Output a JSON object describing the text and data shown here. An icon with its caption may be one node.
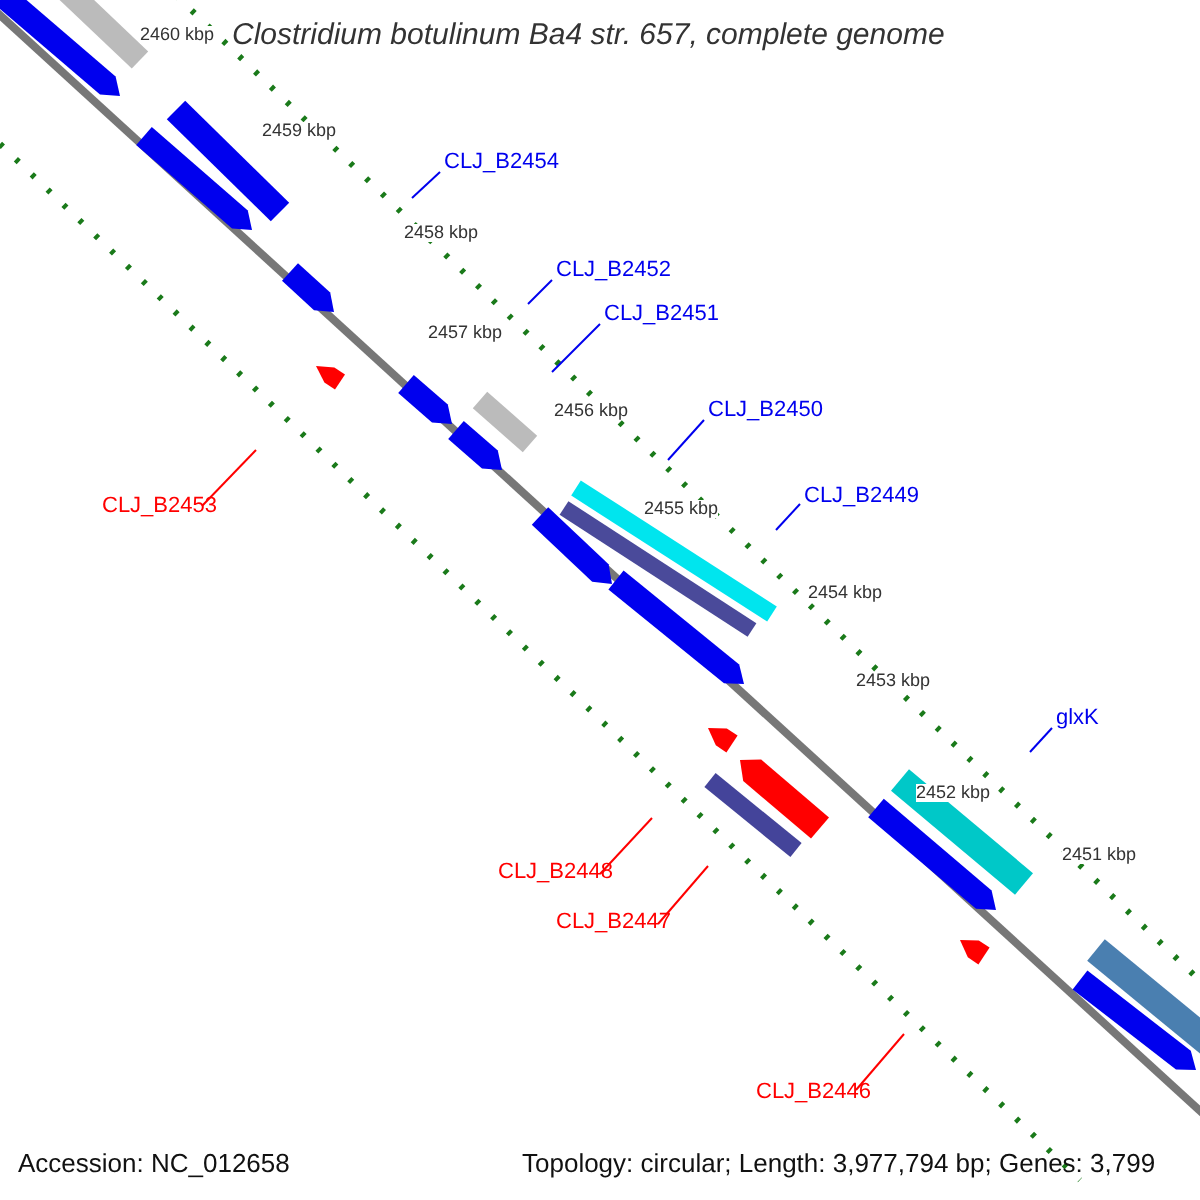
{
  "diagram": {
    "title": "Clostridium botulinum Ba4 str. 657, complete genome",
    "nodes": [
      {
        "text": [
          "CLJ_B2454"
        ]
      },
      {
        "text": [
          "CLJ_B2452"
        ]
      },
      {
        "text": [
          "CLJ_B2451"
        ]
      },
      {
        "text": [
          "CLJ_B2450"
        ]
      },
      {
        "text": [
          "CLJ_B2449"
        ]
      },
      {
        "text": [
          "CLJ_B2453"
        ]
      },
      {
        "text": [
          "glxK"
        ]
      },
      {
        "text": [
          "CLJ_B2448"
        ]
      },
      {
        "text": [
          "CLJ_B2447"
        ]
      },
      {
        "text": [
          "CLJ_B2446"
        ]
      }
    ],
    "edges": [
      {
        "from": 0,
        "to": null,
        "arrow": "none"
      },
      {
        "from": 1,
        "to": null,
        "arrow": "none"
      },
      {
        "from": 2,
        "to": null,
        "arrow": "none"
      },
      {
        "from": 3,
        "to": null,
        "arrow": "none"
      },
      {
        "from": 4,
        "to": null,
        "arrow": "none"
      },
      {
        "from": 5,
        "to": null,
        "arrow": "none",
        "color": "#ff0000"
      },
      {
        "from": 6,
        "to": null,
        "arrow": "none"
      },
      {
        "from": 7,
        "to": null,
        "arrow": "none",
        "color": "#ff0000"
      },
      {
        "from": 8,
        "to": null,
        "arrow": "none",
        "color": "#ff0000"
      },
      {
        "from": 9,
        "to": null,
        "arrow": "none",
        "color": "#ff0000"
      }
    ],
    "labels": [
      "2460 kbp",
      "2459 kbp",
      "2458 kbp",
      "2457 kbp",
      "2456 kbp",
      "2455 kbp",
      "2454 kbp",
      "2453 kbp",
      "2452 kbp",
      "2451 kbp",
      "Accession: NC_012658",
      "Topology: circular; Length: 3,977,794 bp; Genes: 3,799"
    ]
  }
}
